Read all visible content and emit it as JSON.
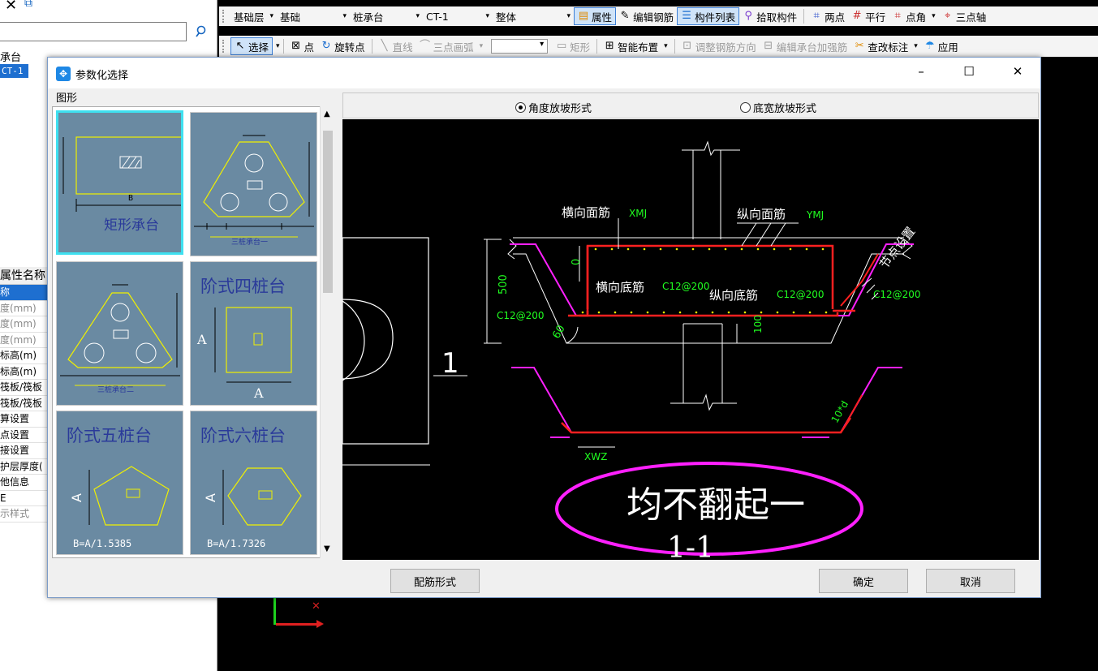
{
  "left_panel": {
    "tree_item_1": "承台",
    "tree_item_2": "CT-1",
    "property_header": "属性名称",
    "properties": [
      "称",
      "度(mm)",
      "度(mm)",
      "度(mm)",
      "标高(m)",
      "标高(m)",
      "筏板/筏板",
      "筏板/筏板",
      "算设置",
      "点设置",
      "接设置",
      "护层厚度(",
      "他信息",
      "E",
      "示样式"
    ],
    "selected_property_index": 0,
    "gray_property_indices": [
      1,
      2,
      3,
      14
    ]
  },
  "toolbar1": {
    "items": [
      "基础层",
      "基础",
      "桩承台",
      "CT-1",
      "整体"
    ],
    "attr": "属性",
    "edit_rebar": "编辑钢筋",
    "component_list": "构件列表",
    "pick": "拾取构件",
    "two_points": "两点",
    "parallel": "平行",
    "point_angle": "点角",
    "three_point": "三点轴"
  },
  "toolbar2": {
    "select": "选择",
    "point": "点",
    "rotate_point": "旋转点",
    "line": "直线",
    "arc": "三点画弧",
    "rect": "矩形",
    "smart_layout": "智能布置",
    "adjust_dir": "调整钢筋方向",
    "edit_reinforce": "编辑承台加强筋",
    "change_label": "查改标注",
    "apply": "应用"
  },
  "dialog": {
    "title": "参数化选择",
    "group_label": "图形",
    "radio_angle": "角度放坡形式",
    "radio_width": "底宽放坡形式",
    "angle_selected": true,
    "btn_rebar_form": "配筋形式",
    "btn_ok": "确定",
    "btn_cancel": "取消",
    "tiles": [
      {
        "label": "矩形承台",
        "dim": "B"
      },
      {
        "label": "三桩承台一",
        "dim": ""
      },
      {
        "label": "三桩承台二",
        "dim": ""
      },
      {
        "label": "阶式四桩台",
        "dim": "A"
      },
      {
        "label": "阶式五桩台",
        "dim": "B=A/1.5385"
      },
      {
        "label": "阶式六桩台",
        "dim": "B=A/1.7326"
      }
    ]
  },
  "drawing": {
    "top_face_x": "横向面筋",
    "top_face_x_code": "XMJ",
    "top_face_y": "纵向面筋",
    "top_face_y_code": "YMJ",
    "node_setting": "节点设置",
    "bottom_x": "横向底筋",
    "bottom_x_val": "C12@200",
    "bottom_y": "纵向底筋",
    "bottom_y_val": "C12@200",
    "side_val_left": "C12@200",
    "side_val_right": "C12@200",
    "dim_500": "500",
    "dim_0": "0",
    "dim_100": "100",
    "angle_60": "60",
    "dim_10d": "10*d",
    "xwz": "XWZ",
    "section_num": "1",
    "note": "均不翻起一",
    "section_label": "1-1"
  },
  "colors": {
    "red": "#ff2020",
    "magenta": "#ff20ff",
    "green": "#20ff20",
    "tile_bg": "#6a8aa2",
    "tile_yellow": "#f0f000",
    "tile_text": "#2a3a9a"
  }
}
